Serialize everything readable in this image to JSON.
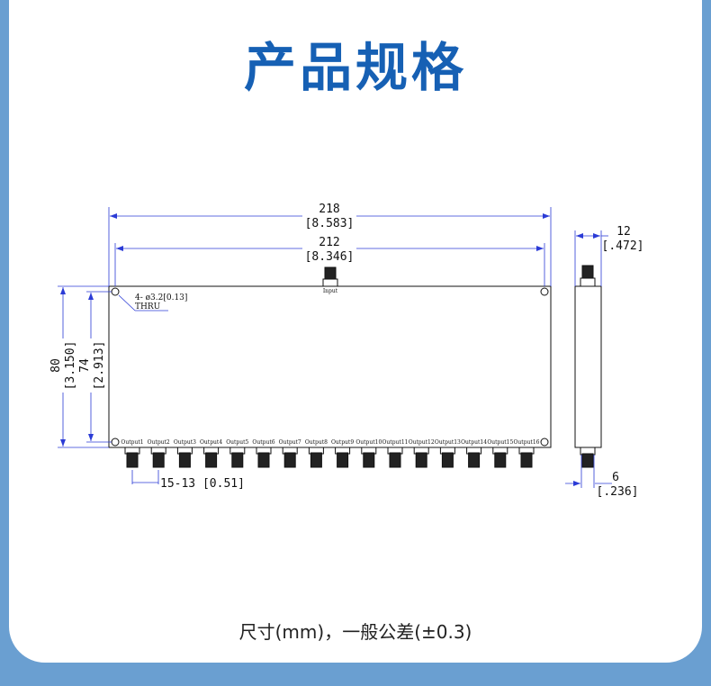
{
  "title": "产品规格",
  "footer": "尺寸(mm)，一般公差(±0.3)",
  "colors": {
    "title": "#1660b4",
    "background": "#6a9fd1",
    "dim_line": "#2b3bd6",
    "outline": "#111111"
  },
  "dimensions": {
    "overall_width": "218",
    "overall_width_in": "[8.583]",
    "hole_spacing": "212",
    "hole_spacing_in": "[8.346]",
    "height": "80",
    "height_in": "[3.150]",
    "hole_height": "74",
    "hole_height_in": "[2.913]",
    "depth": "12",
    "depth_in": "[.472]",
    "connector_depth": "6",
    "connector_depth_in": "[.236]",
    "connector_pitch": "15-13 [0.51]"
  },
  "hole_note": {
    "line1": "4- ø3.2[0.13]",
    "line2": "THRU"
  },
  "input_label": "Input",
  "outputs": [
    "Output1",
    "Output2",
    "Output3",
    "Output4",
    "Output5",
    "Output6",
    "Output7",
    "Output8",
    "Output9",
    "Output10",
    "Output11",
    "Output12",
    "Output13",
    "Output14",
    "Output15",
    "Output16"
  ]
}
